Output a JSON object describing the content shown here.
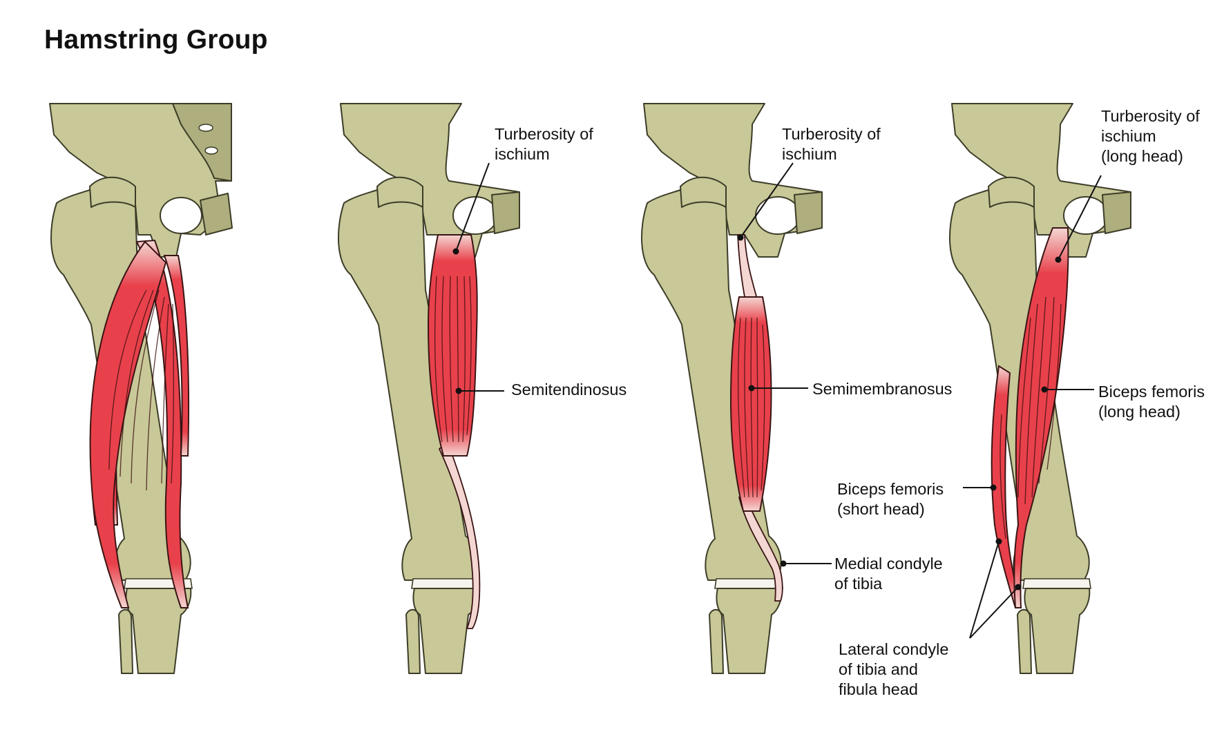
{
  "title": "Hamstring Group",
  "colors": {
    "bone": "#c8c898",
    "muscle": "#e8414b",
    "tendon": "#f4d6d2",
    "outline": "#3c3c28"
  },
  "panels": [
    {
      "name": "combined",
      "labels": []
    },
    {
      "name": "semitendinosus",
      "labels": [
        {
          "line1": "Turberosity of",
          "line2": "ischium"
        },
        {
          "line1": "Semitendinosus"
        }
      ]
    },
    {
      "name": "semimembranosus",
      "labels": [
        {
          "line1": "Turberosity of",
          "line2": "ischium"
        },
        {
          "line1": "Semimembranosus"
        },
        {
          "line1": "Medial condyle",
          "line2": "of tibia"
        }
      ]
    },
    {
      "name": "biceps-femoris",
      "labels": [
        {
          "line1": "Turberosity of",
          "line2": "ischium",
          "line3": "(long head)"
        },
        {
          "line1": "Biceps femoris",
          "line2": "(long head)"
        },
        {
          "line1": "Biceps femoris",
          "line2": "(short head)"
        },
        {
          "line1": "Lateral condyle",
          "line2": "of tibia and",
          "line3": "fibula head"
        }
      ]
    }
  ]
}
